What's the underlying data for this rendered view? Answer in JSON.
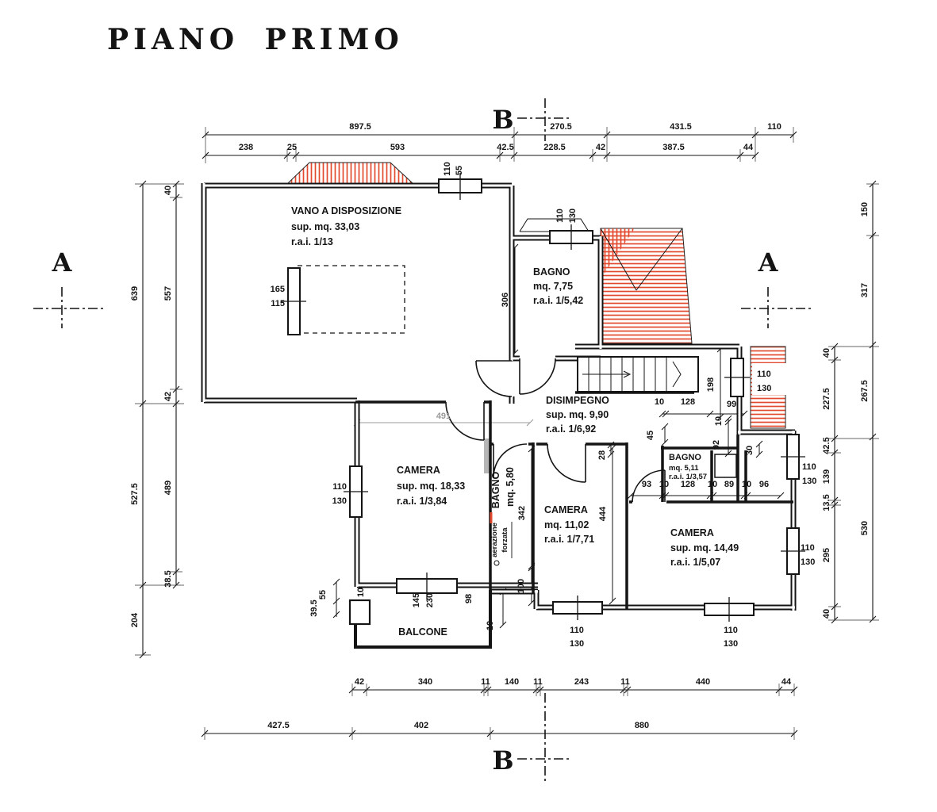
{
  "title": "PIANO PRIMO",
  "sections": {
    "a_left": "A",
    "a_right": "A",
    "b_top": "B",
    "b_bottom": "B"
  },
  "colors": {
    "line": "#141414",
    "hatch_red": "#e2492e",
    "ghost_grey": "#9a9a9a"
  },
  "rooms": {
    "vano": {
      "name": "VANO A DISPOSIZIONE",
      "area": "sup. mq. 33,03",
      "rai": "r.a.i. 1/13"
    },
    "bagno_grande": {
      "name": "BAGNO",
      "area": "mq. 7,75",
      "rai": "r.a.i. 1/5,42"
    },
    "disimpegno": {
      "name": "DISIMPEGNO",
      "area": "sup. mq. 9,90",
      "rai": "r.a.i. 1/6,92"
    },
    "camera_grande": {
      "name": "CAMERA",
      "area": "sup. mq. 18,33",
      "rai": "r.a.i. 1/3,84"
    },
    "bagno_cieco": {
      "name": "BAGNO",
      "area": "mq. 5,80",
      "note1": "aerazione",
      "note2": "forzata"
    },
    "camera_media": {
      "name": "CAMERA",
      "area": "mq. 11,02",
      "rai": "r.a.i. 1/7,71"
    },
    "bagno_piccolo": {
      "name": "BAGNO",
      "area": "mq. 5,11",
      "rai": "r.a.i. 1/3,57"
    },
    "camera_sud": {
      "name": "CAMERA",
      "area": "sup. mq. 14,49",
      "rai": "r.a.i. 1/5,07"
    },
    "balcone": {
      "name": "BALCONE"
    }
  },
  "dims": {
    "top_outer": [
      "897.5",
      "270.5",
      "431.5",
      "110"
    ],
    "top_inner": [
      "238",
      "25",
      "593",
      "42.5",
      "228.5",
      "42",
      "387.5",
      "44"
    ],
    "left_outer": [
      "639",
      "527.5",
      "204"
    ],
    "left_inner": [
      "40",
      "557",
      "42",
      "489",
      "38.5"
    ],
    "right_outer": [
      "150",
      "317",
      "267.5",
      "530"
    ],
    "right_inner": [
      "40",
      "227.5",
      "42.5",
      "139",
      "13.5",
      "295",
      "40"
    ],
    "bottom_inner": [
      "42",
      "340",
      "11",
      "140",
      "11",
      "243",
      "11",
      "440",
      "44"
    ],
    "bottom_outer": [
      "427.5",
      "402",
      "880"
    ],
    "camera_sud_chain": [
      "93",
      "10",
      "128",
      "10",
      "89",
      "10",
      "96"
    ],
    "interior": {
      "d491": "491",
      "d306": "306",
      "d198": "198",
      "d99": "99",
      "d10a": "10",
      "d128": "128",
      "d45": "45",
      "d28": "28",
      "d92": "92",
      "d10b": "10",
      "d30": "30",
      "d342": "342",
      "d100": "100",
      "d444": "444",
      "door_w": "145",
      "door_h": "230",
      "d98": "98",
      "d55": "55",
      "d39": "39.5",
      "d10c": "10",
      "d10d": "10"
    },
    "win": {
      "w110": "110",
      "w130": "130",
      "w55": "55",
      "w165": "165",
      "w115": "115"
    }
  }
}
